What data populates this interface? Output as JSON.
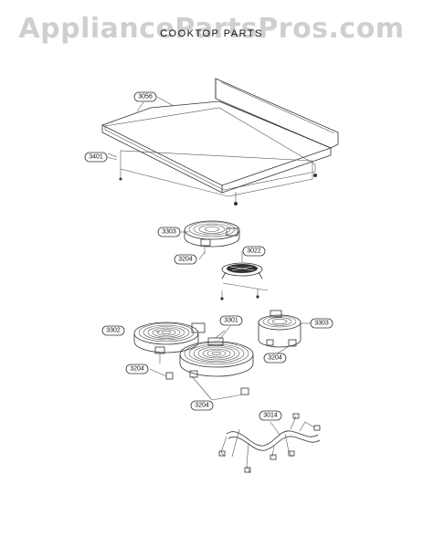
{
  "watermark": "AppliancePartsPros.com",
  "heading": "COOKTOP PARTS",
  "parts": {
    "cooktop_glass": "3056",
    "screw": "3401",
    "small_element": "3303",
    "element_bracket": "3022",
    "bracket_small": "3204",
    "left_element": "3302",
    "large_element": "3301",
    "right_element": "3303",
    "bracket_right": "3204",
    "bracket_left": "3204",
    "bracket_large": "3204",
    "wire_harness": "3014"
  }
}
